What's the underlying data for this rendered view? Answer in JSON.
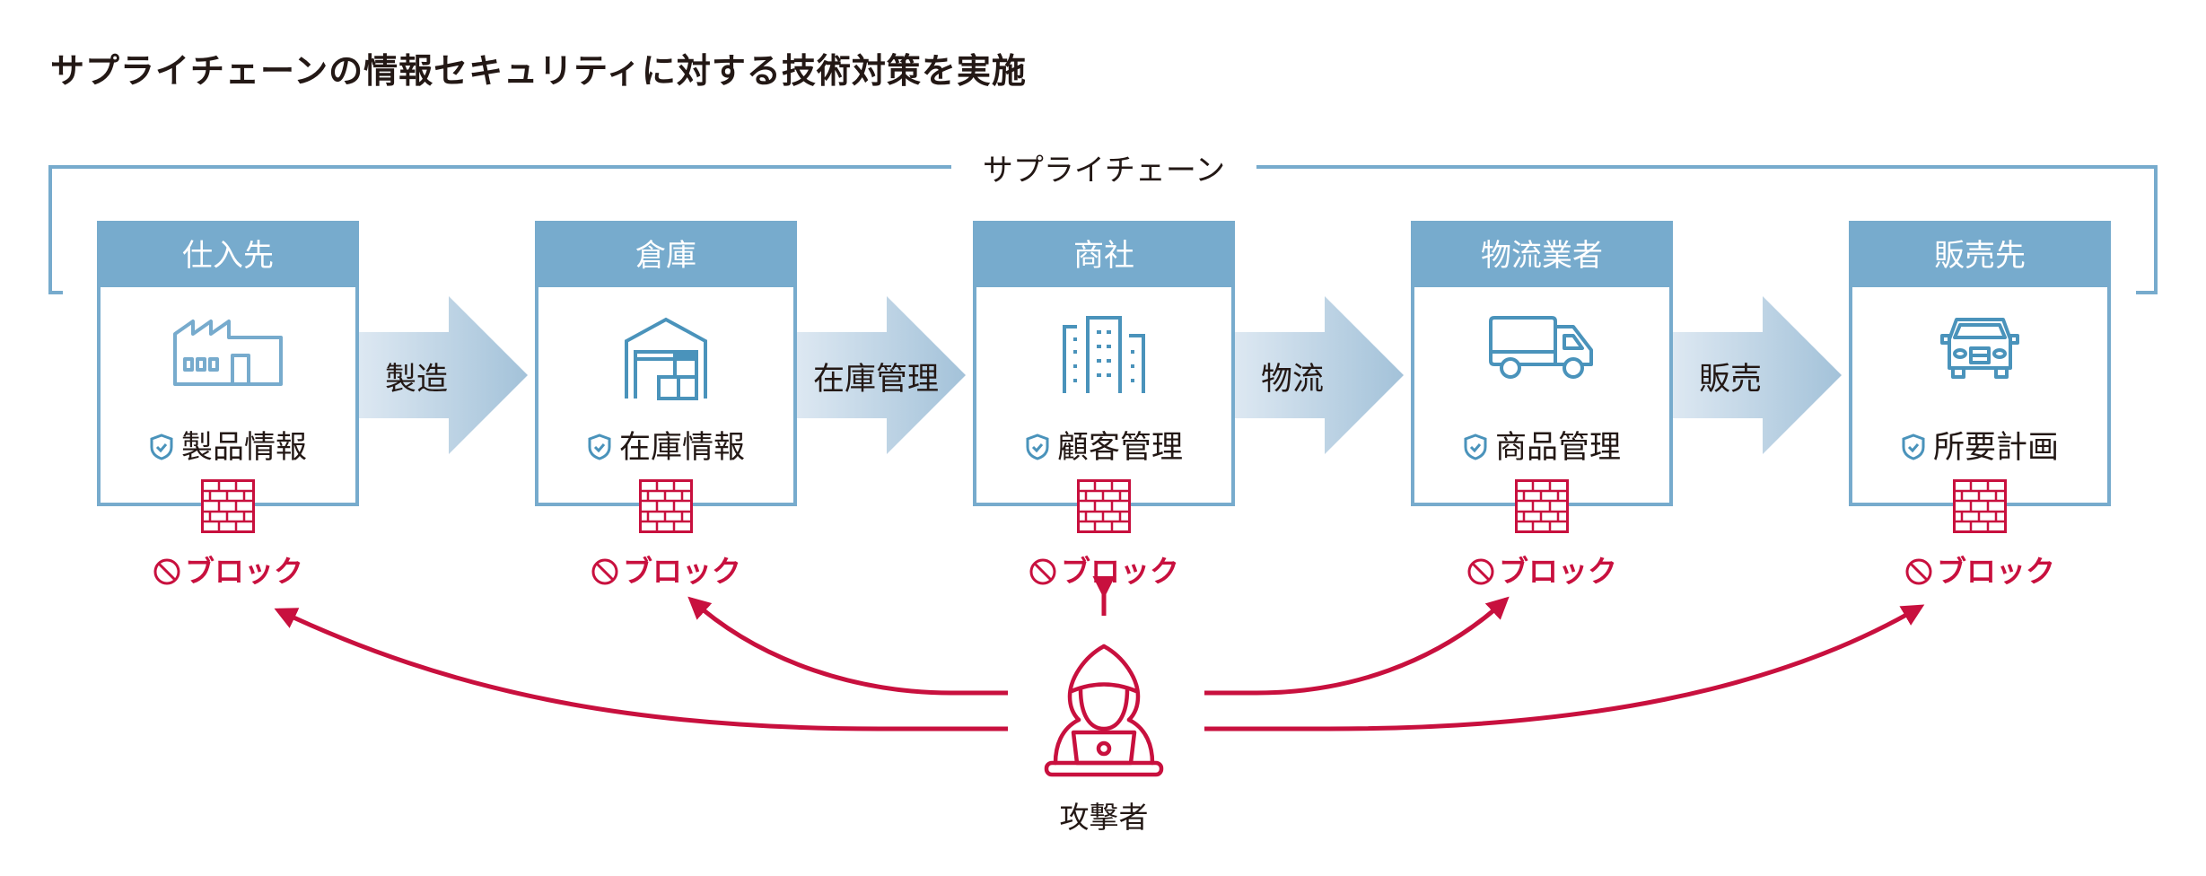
{
  "title": "サプライチェーンの情報セキュリティに対する技術対策を実施",
  "chain_label": "サプライチェーン",
  "colors": {
    "node_blue": "#77abcd",
    "icon_blue": "#4a93bb",
    "attack_red": "#c8103e",
    "text": "#231815"
  },
  "nodes": [
    {
      "name": "仕入先",
      "icon": "factory-icon",
      "info": "製品情報",
      "block": "ブロック"
    },
    {
      "name": "倉庫",
      "icon": "warehouse-icon",
      "info": "在庫情報",
      "block": "ブロック"
    },
    {
      "name": "商社",
      "icon": "buildings-icon",
      "info": "顧客管理",
      "block": "ブロック"
    },
    {
      "name": "物流業者",
      "icon": "truck-icon",
      "info": "商品管理",
      "block": "ブロック"
    },
    {
      "name": "販売先",
      "icon": "car-icon",
      "info": "所要計画",
      "block": "ブロック"
    }
  ],
  "flows": [
    "製造",
    "在庫管理",
    "物流",
    "販売"
  ],
  "attacker": {
    "label": "攻撃者",
    "icon": "hacker-icon"
  }
}
